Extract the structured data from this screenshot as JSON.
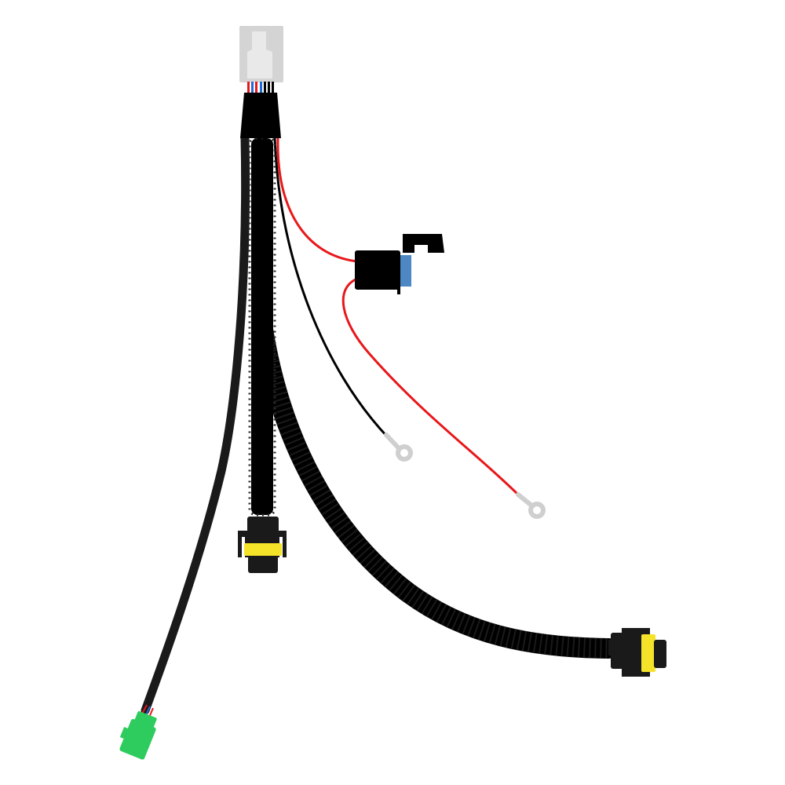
{
  "image": {
    "subject": "wiring-harness",
    "background_color": "#ffffff"
  },
  "colors": {
    "jacket": "#1a1a1a",
    "loom": "#000000",
    "red_wire": "#e8171a",
    "black_wire": "#000000",
    "blue_wire": "#1f6bd6",
    "main_connector": "#d4d4d4",
    "green_connector": "#2ecc5e",
    "yellow_lock": "#f5e32a",
    "fuse": "#4d87c4",
    "ring_terminal": "#cfcfcf"
  },
  "parts": {
    "main_connector": "gray-multi-pin-connector",
    "green_connector": "green-two-pin-connector",
    "left_lamp_plug": "black-plug-with-yellow-lock",
    "right_lamp_plug": "black-plug-with-yellow-lock",
    "fuse_holder": "inline-fuse-holder-blue-fuse",
    "ground_terminal": "ring-terminal-black-wire",
    "power_terminal": "ring-terminal-red-wire"
  }
}
